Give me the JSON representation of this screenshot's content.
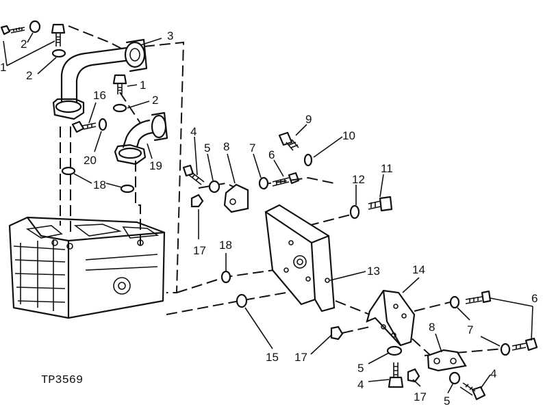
{
  "figure_id": "TP3569",
  "callouts": [
    "1",
    "2",
    "3",
    "4",
    "5",
    "6",
    "7",
    "8",
    "9",
    "10",
    "11",
    "12",
    "13",
    "14",
    "15",
    "16",
    "17",
    "18",
    "19",
    "20"
  ]
}
